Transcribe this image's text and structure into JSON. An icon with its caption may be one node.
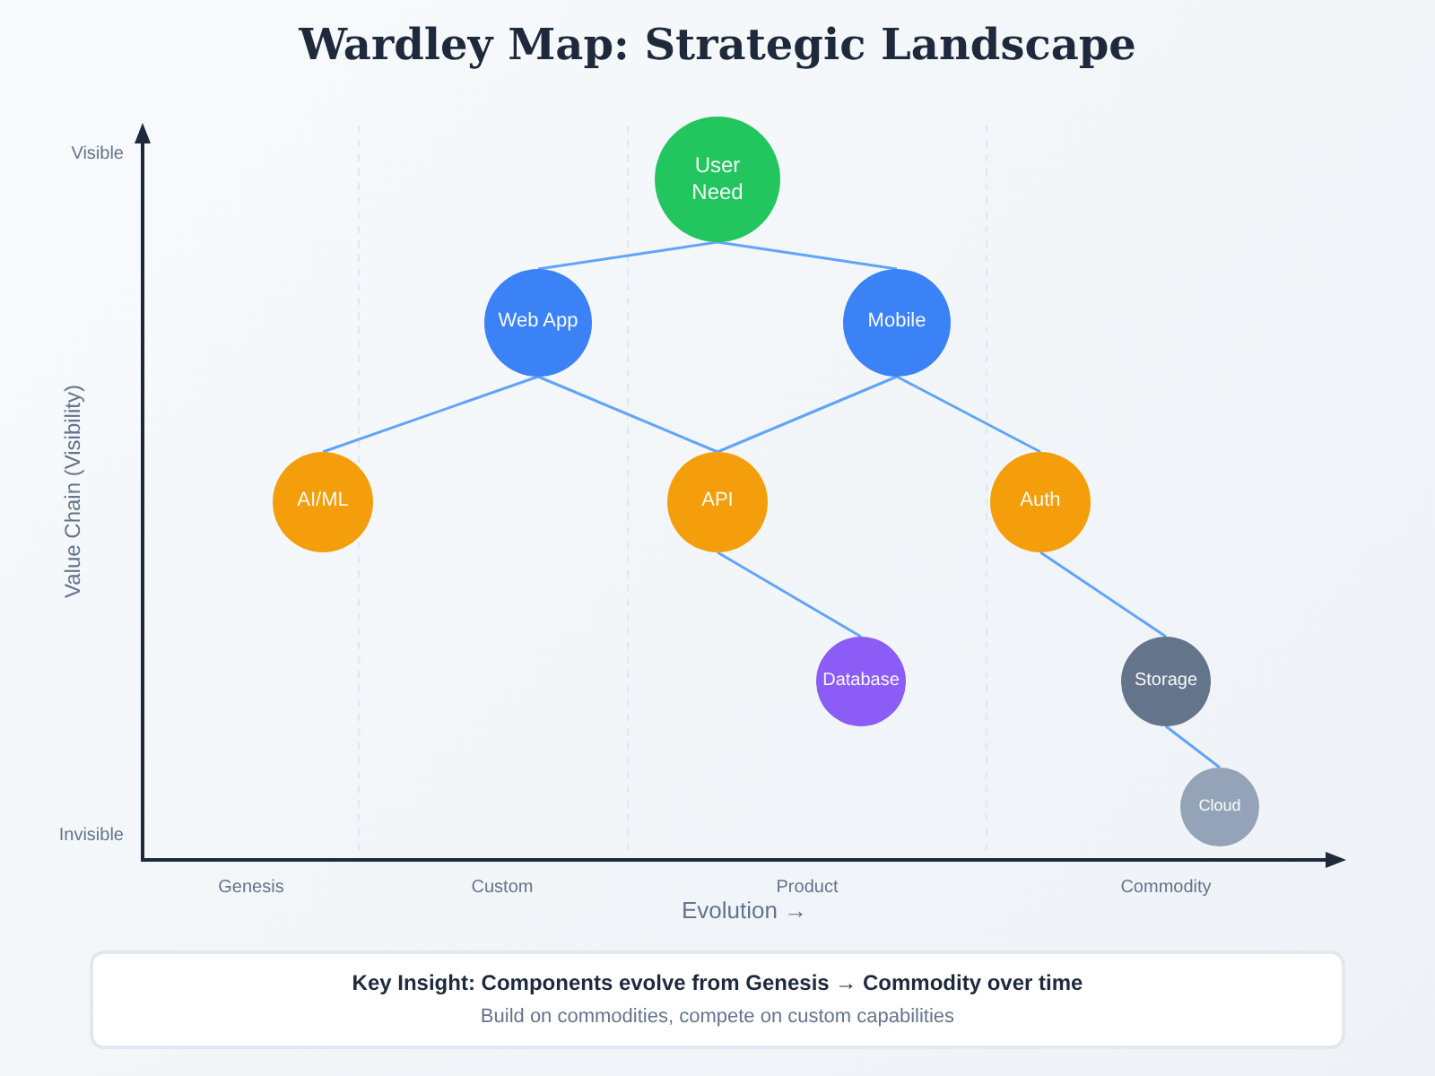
{
  "diagram": {
    "title": "Wardley Map: Strategic Landscape",
    "nodes": [
      {
        "text": [
          "User Need"
        ]
      },
      {
        "text": [
          "Web App"
        ]
      },
      {
        "text": [
          "Mobile"
        ]
      },
      {
        "text": [
          "AI/ML"
        ]
      },
      {
        "text": [
          "API"
        ]
      },
      {
        "text": [
          "Auth"
        ]
      },
      {
        "text": [
          "Database"
        ]
      },
      {
        "text": [
          "Storage"
        ]
      },
      {
        "text": [
          "Cloud"
        ]
      },
      {
        "text": [
          "Key Insight: Components evolve from Genesis → Commodity over time",
          "Build on commodities, compete on custom capabilities"
        ]
      }
    ],
    "edges": [
      {
        "from": 0,
        "to": 1,
        "arrow": "none"
      },
      {
        "from": 0,
        "to": 2,
        "arrow": "none"
      },
      {
        "from": 1,
        "to": 3,
        "arrow": "none"
      },
      {
        "from": 1,
        "to": 4,
        "arrow": "none"
      },
      {
        "from": 2,
        "to": 4,
        "arrow": "none"
      },
      {
        "from": 2,
        "to": 5,
        "arrow": "none"
      },
      {
        "from": 4,
        "to": 6,
        "arrow": "none"
      },
      {
        "from": 5,
        "to": 7,
        "arrow": "none"
      },
      {
        "from": 7,
        "to": 8,
        "arrow": "none"
      }
    ],
    "labels": [
      "Visible",
      "Value Chain (Visibility)",
      "Invisible",
      "Genesis",
      "Custom",
      "Product",
      "Commodity",
      "Evolution →"
    ]
  }
}
